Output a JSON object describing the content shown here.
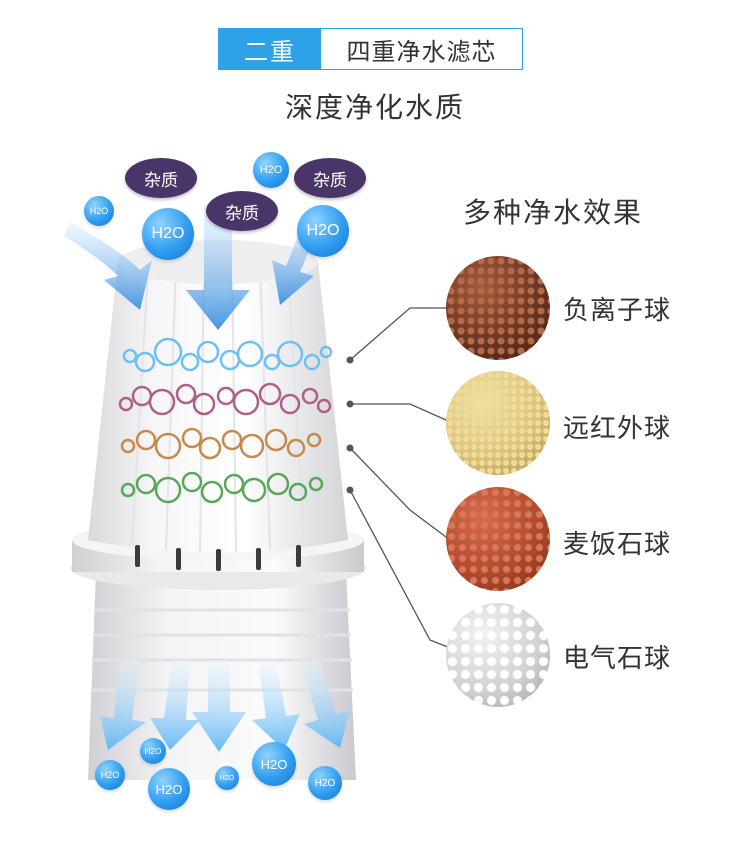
{
  "header": {
    "tag_left": "二重",
    "tag_right": "四重净水滤芯",
    "subtitle": "深度净化水质"
  },
  "effects": {
    "title": "多种净水效果",
    "items": [
      {
        "label": "负离子球",
        "color": "#6b3524"
      },
      {
        "label": "远红外球",
        "color": "#d9c27a"
      },
      {
        "label": "麦饭石球",
        "color": "#b24a2c"
      },
      {
        "label": "电气石球",
        "color": "#cfcfcf"
      }
    ]
  },
  "badges": {
    "impurity": "杂质",
    "water": "H2O"
  },
  "colors": {
    "accent": "#2ea2e8",
    "impurity_badge": "#4a3569",
    "bubble_blue": "#5fb8f0",
    "bubble_pink": "#b56a8a",
    "bubble_orange": "#c98a4e",
    "bubble_green": "#5aa65a"
  }
}
